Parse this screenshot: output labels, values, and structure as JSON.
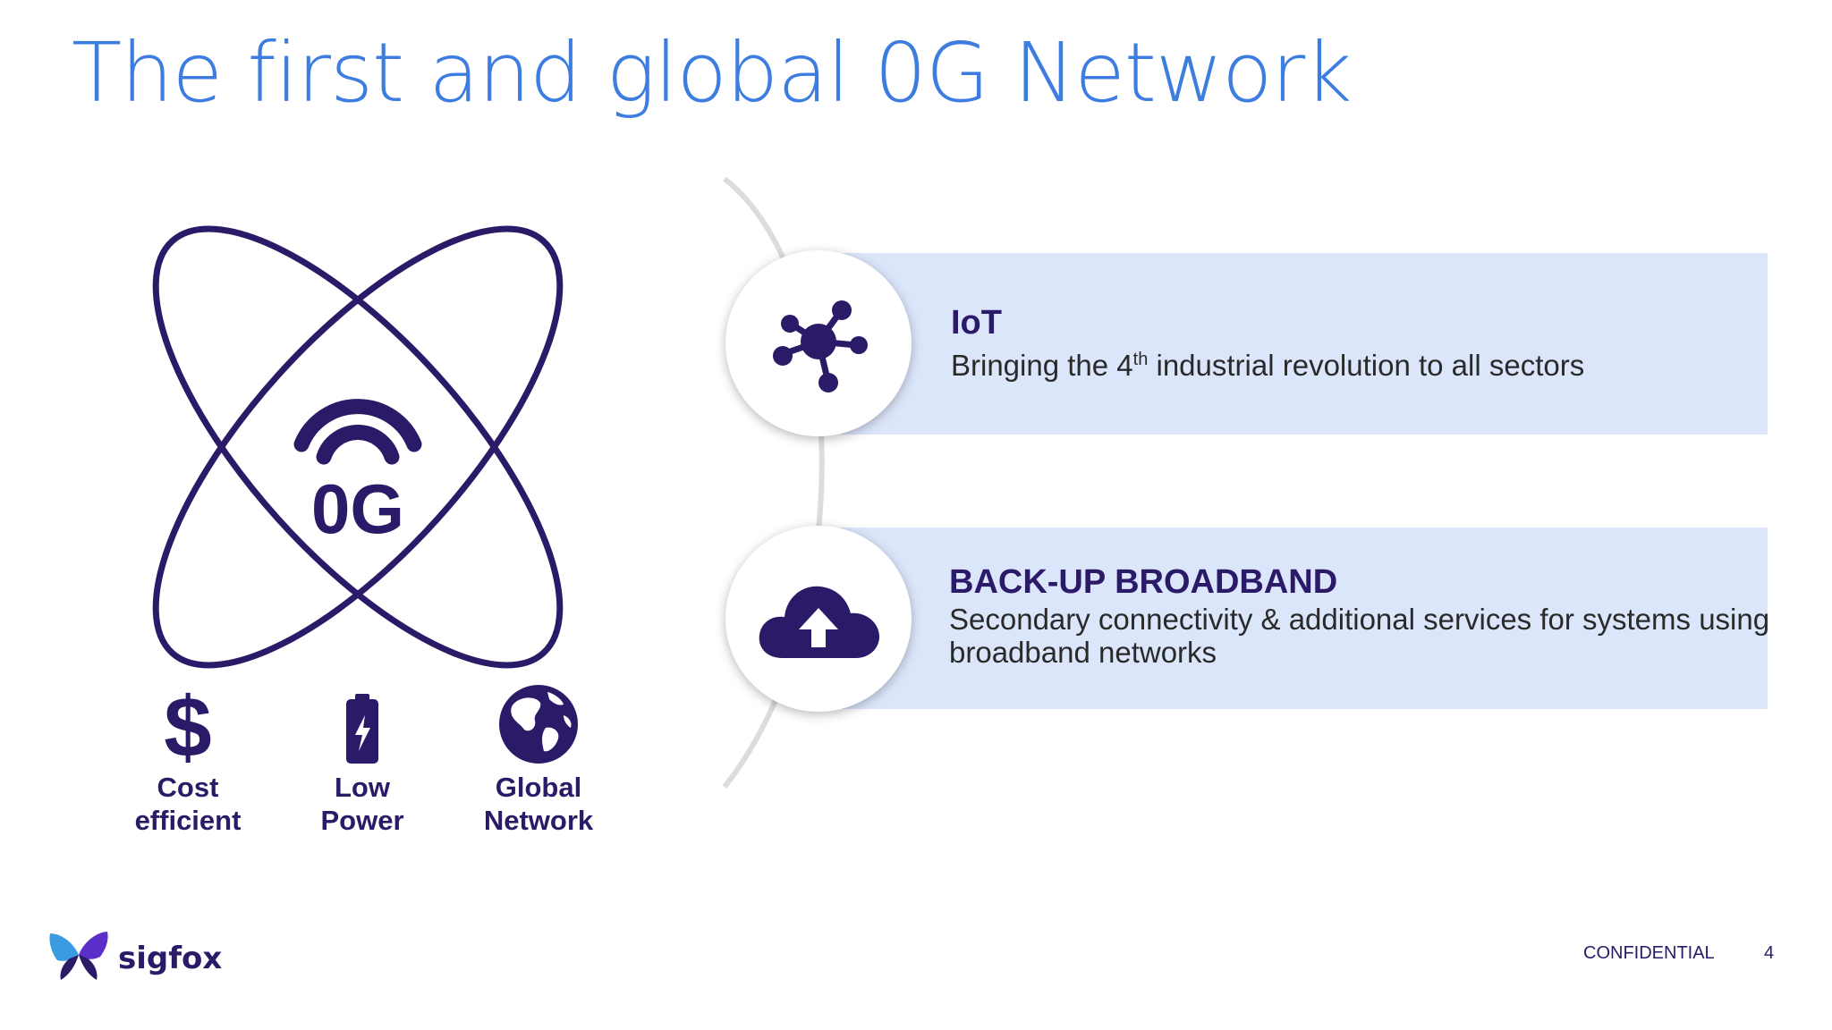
{
  "slide": {
    "title": "The first and global 0G Network",
    "center_label": "0G"
  },
  "features": [
    {
      "icon": "dollar-icon",
      "line1": "Cost",
      "line2": "efficient"
    },
    {
      "icon": "battery-icon",
      "line1": "Low",
      "line2": "Power"
    },
    {
      "icon": "globe-icon",
      "line1": "Global",
      "line2": "Network"
    }
  ],
  "bands": [
    {
      "icon": "network-hub-icon",
      "title": "IoT",
      "desc_pre": "Bringing the 4",
      "desc_sup": "th",
      "desc_post": " industrial revolution to all sectors"
    },
    {
      "icon": "cloud-upload-icon",
      "title": "BACK-UP BROADBAND",
      "desc_line1": "Secondary connectivity & additional services for systems using",
      "desc_line2": "broadband networks"
    }
  ],
  "footer": {
    "logo_text": "sigfox",
    "confidential": "CONFIDENTIAL",
    "page_number": "4"
  },
  "colors": {
    "title": "#3d7de0",
    "brand_dark": "#2a1a67",
    "band_fill": "#dce6fb"
  }
}
